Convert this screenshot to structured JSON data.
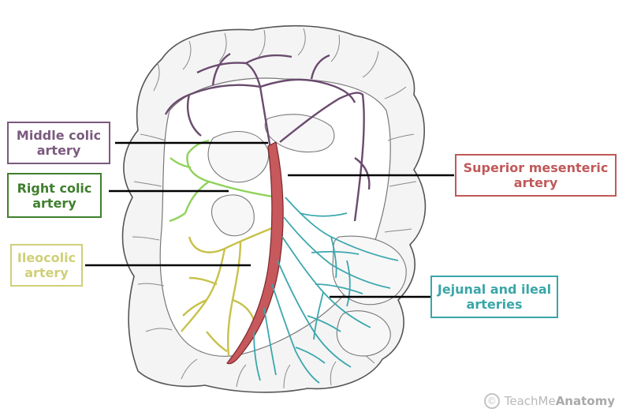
{
  "labels": {
    "middle_colic": {
      "line1": "Middle colic",
      "line2": "artery",
      "color": "#7b5a7f"
    },
    "right_colic": {
      "line1": "Right colic",
      "line2": "artery",
      "color": "#3f7f2d"
    },
    "ileocolic": {
      "line1": "Ileocolic",
      "line2": "artery",
      "color": "#cfcf7a"
    },
    "superior_mesenteric": {
      "line1": "Superior mesenteric",
      "line2": "artery",
      "color": "#c0595a"
    },
    "jejunal_ileal": {
      "line1": "Jejunal and ileal",
      "line2": "arteries",
      "color": "#3aa6a8"
    }
  },
  "watermark": {
    "prefix": "TeachMe",
    "brand": "Anatomy",
    "symbol": "©"
  },
  "colors": {
    "outline": "#555555",
    "vessel_purple": "#6a4b6e",
    "vessel_green": "#8fd25a",
    "vessel_yellow": "#c8c14a",
    "vessel_red": "#c7585c",
    "vessel_teal": "#3ba7ad",
    "leader": "#000000"
  }
}
